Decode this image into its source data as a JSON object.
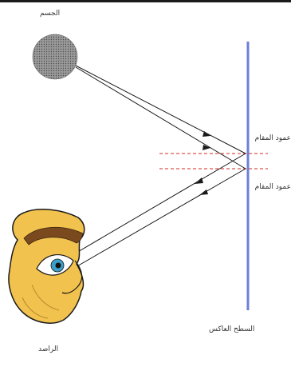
{
  "labels": {
    "object": "الجسم",
    "observer": "الراصد",
    "mirror": "السطح العاكس",
    "normal_1": "عمود المقام",
    "normal_2": "عمود المقام"
  },
  "colors": {
    "mirror": "#6b7fd6",
    "normal_line": "#d9534f",
    "object_fill": "#8a8a8a",
    "skin": "#f2c24e",
    "outline": "#1a1a1a"
  }
}
